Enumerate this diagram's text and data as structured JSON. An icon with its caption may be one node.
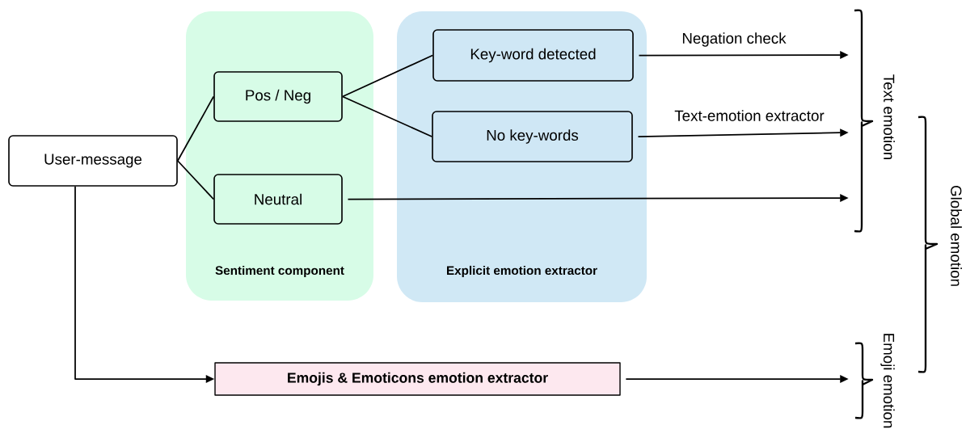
{
  "diagram": {
    "nodes": [
      {
        "text": [
          "Sentiment component"
        ]
      },
      {
        "text": [
          "Explicit emotion extractor"
        ]
      },
      {
        "text": [
          "User-message"
        ]
      },
      {
        "text": [
          "Pos / Neg"
        ],
        "in": 0
      },
      {
        "text": [
          "Neutral"
        ],
        "in": 0
      },
      {
        "text": [
          "Key-word detected"
        ],
        "in": 1
      },
      {
        "text": [
          "No key-words"
        ],
        "in": 1
      },
      {
        "text": [
          "Emojis & Emoticons emotion extractor"
        ]
      },
      {
        "text": [
          "Text emotion"
        ]
      },
      {
        "text": [
          "Emoji emotion"
        ]
      },
      {
        "text": [
          "Global emotion"
        ]
      }
    ],
    "edges": [
      {
        "from": 2,
        "to": 3,
        "arrow": "none"
      },
      {
        "from": 2,
        "to": 4,
        "arrow": "none"
      },
      {
        "from": 3,
        "to": 5,
        "arrow": "none"
      },
      {
        "from": 3,
        "to": 6,
        "arrow": "none"
      },
      {
        "from": 5,
        "to": 8,
        "arrow": "to",
        "label": "Negation check"
      },
      {
        "from": 6,
        "to": 8,
        "arrow": "to",
        "label": "Text-emotion extractor"
      },
      {
        "from": 4,
        "to": 8,
        "arrow": "to"
      },
      {
        "from": 2,
        "to": 7,
        "arrow": "to"
      },
      {
        "from": 7,
        "to": 9,
        "arrow": "to"
      }
    ]
  }
}
